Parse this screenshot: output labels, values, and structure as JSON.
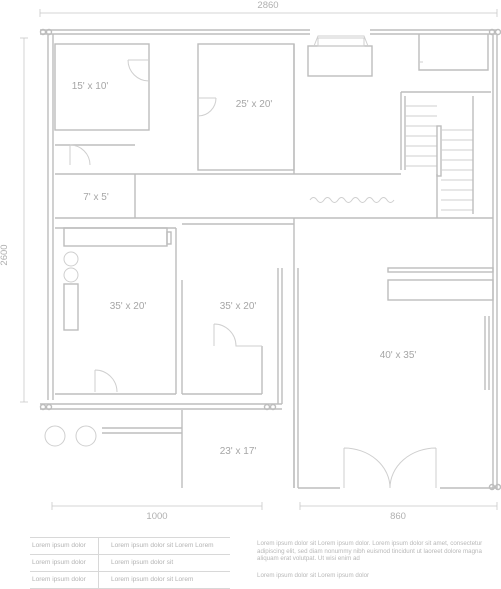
{
  "dimensions": {
    "top_width": "2860",
    "left_height": "2600",
    "bottom_left": "1000",
    "bottom_right": "860"
  },
  "rooms": [
    {
      "id": "r1",
      "label": "15' x 10'"
    },
    {
      "id": "r2",
      "label": "25' x 20'"
    },
    {
      "id": "r3",
      "label": "7' x 5'"
    },
    {
      "id": "r4",
      "label": "35' x 20'"
    },
    {
      "id": "r5",
      "label": "35' x 20'"
    },
    {
      "id": "r6",
      "label": "40' x 35'"
    },
    {
      "id": "r7",
      "label": "23' x 17'"
    }
  ],
  "legend": [
    {
      "a": "Lorem ipsum dolor",
      "b": "Lorem ipsum dolor sit Lorem Lorem"
    },
    {
      "a": "Lorem ipsum dolor",
      "b": "Lorem ipsum dolor sit"
    },
    {
      "a": "Lorem ipsum dolor",
      "b": "Lorem ipsum dolor sit Lorem"
    }
  ],
  "notes": {
    "paragraph": "Lorem ipsum dolor sit Lorem ipsum dolor. Lorem ipsum dolor sit amet, consectetur adipiscing elit, sed diam nonummy nibh euismod tincidunt ut laoreet dolore magna aliquam erat volutpat. Ut wisi enim ad",
    "line": "Lorem ipsum dolor sit Lorem ipsum dolor"
  }
}
